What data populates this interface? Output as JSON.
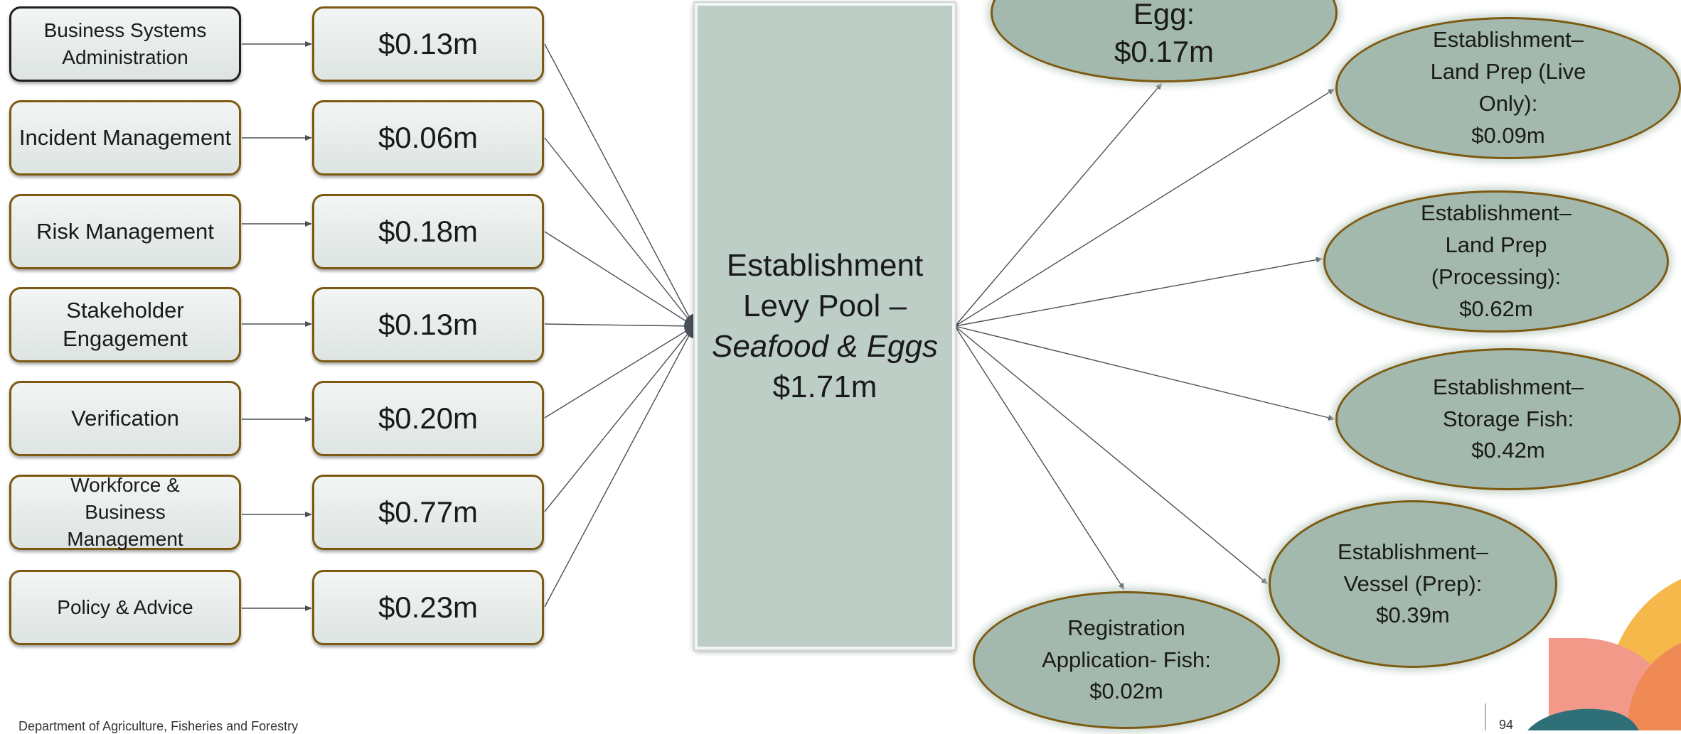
{
  "activities": [
    {
      "label": "Business Systems Administration",
      "value": "$0.13m"
    },
    {
      "label": "Incident Management",
      "value": "$0.06m"
    },
    {
      "label": "Risk Management",
      "value": "$0.18m"
    },
    {
      "label": "Stakeholder Engagement",
      "value": "$0.13m"
    },
    {
      "label": "Verification",
      "value": "$0.20m"
    },
    {
      "label": "Workforce & Business Management",
      "value": "$0.77m"
    },
    {
      "label": "Policy & Advice",
      "value": "$0.23m"
    }
  ],
  "pool": {
    "line1": "Establishment",
    "line2": "Levy Pool –",
    "line3": "Seafood & Eggs",
    "amount": "$1.71m"
  },
  "outputs": [
    {
      "line1": "Egg:",
      "line2": "$0.17m"
    },
    {
      "line1": "Establishment–",
      "line2": "Land Prep (Live",
      "line3": "Only):",
      "line4": "$0.09m"
    },
    {
      "line1": "Establishment–",
      "line2": "Land Prep",
      "line3": "(Processing):",
      "line4": "$0.62m"
    },
    {
      "line1": "Establishment–",
      "line2": "Storage Fish:",
      "line3": "$0.42m"
    },
    {
      "line1": "Establishment–",
      "line2": "Vessel (Prep):",
      "line3": "$0.39m"
    },
    {
      "line1": "Registration",
      "line2": "Application- Fish:",
      "line3": "$0.02m"
    }
  ],
  "footer": {
    "department": "Department of Agriculture, Fisheries and Forestry",
    "page": "94"
  },
  "colors": {
    "box_border": "#7d5a12",
    "ellipse_fill": "#a3b9ad",
    "pool_fill": "#bdcec6",
    "connector": "#4a5058"
  }
}
